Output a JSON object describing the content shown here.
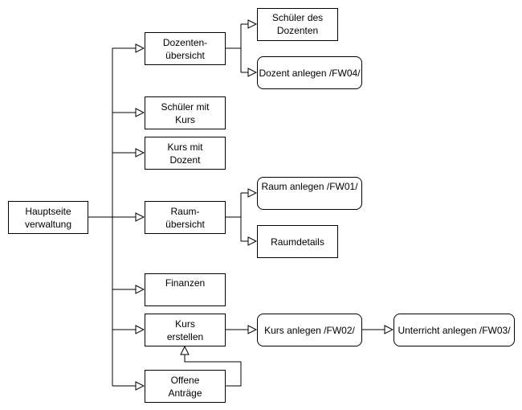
{
  "nodes": {
    "hauptseite": "Hauptseite\nverwaltung",
    "dozentenuebersicht": "Dozenten-\nübersicht",
    "schueler_des_dozenten": "Schüler des\nDozenten",
    "dozent_anlegen": "Dozent anlegen /FW04/",
    "schueler_mit_kurs": "Schüler mit\nKurs",
    "kurs_mit_dozent": "Kurs mit\nDozent",
    "raumuebersicht": "Raum-\nübersicht",
    "raum_anlegen": "Raum anlegen /FW01/",
    "raumdetails": "Raumdetails",
    "finanzen": "Finanzen",
    "kurs_erstellen": "Kurs\nerstellen",
    "kurs_anlegen": "Kurs anlegen /FW02/",
    "unterricht_anlegen": "Unterricht anlegen /FW03/",
    "offene_antraege": "Offene\nAnträge"
  }
}
